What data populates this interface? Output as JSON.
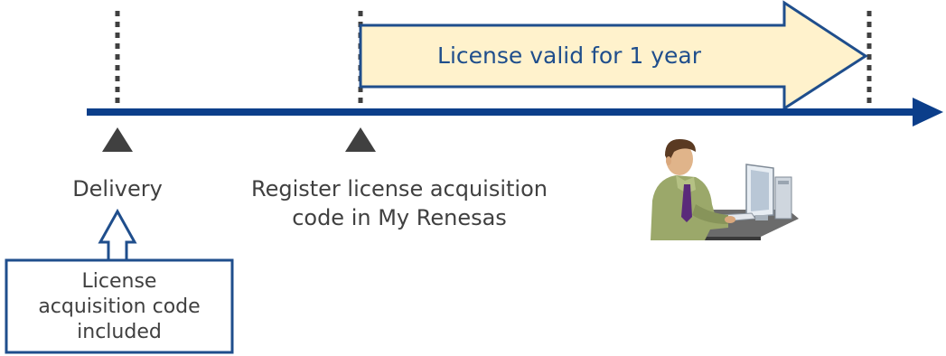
{
  "diagram": {
    "license_arrow_label": "License valid for 1 year",
    "milestones": [
      {
        "label": "Delivery"
      },
      {
        "label": "Register license acquisition code in My Renesas"
      }
    ],
    "callout": {
      "line1": "License",
      "line2": "acquisition code",
      "line3": "included"
    },
    "icons": {
      "user": "person-at-computer-icon"
    },
    "colors": {
      "timeline": "#0b3e8a",
      "license_fill": "#fff2cc",
      "license_stroke": "#1f4e8c",
      "marker": "#404040"
    }
  }
}
